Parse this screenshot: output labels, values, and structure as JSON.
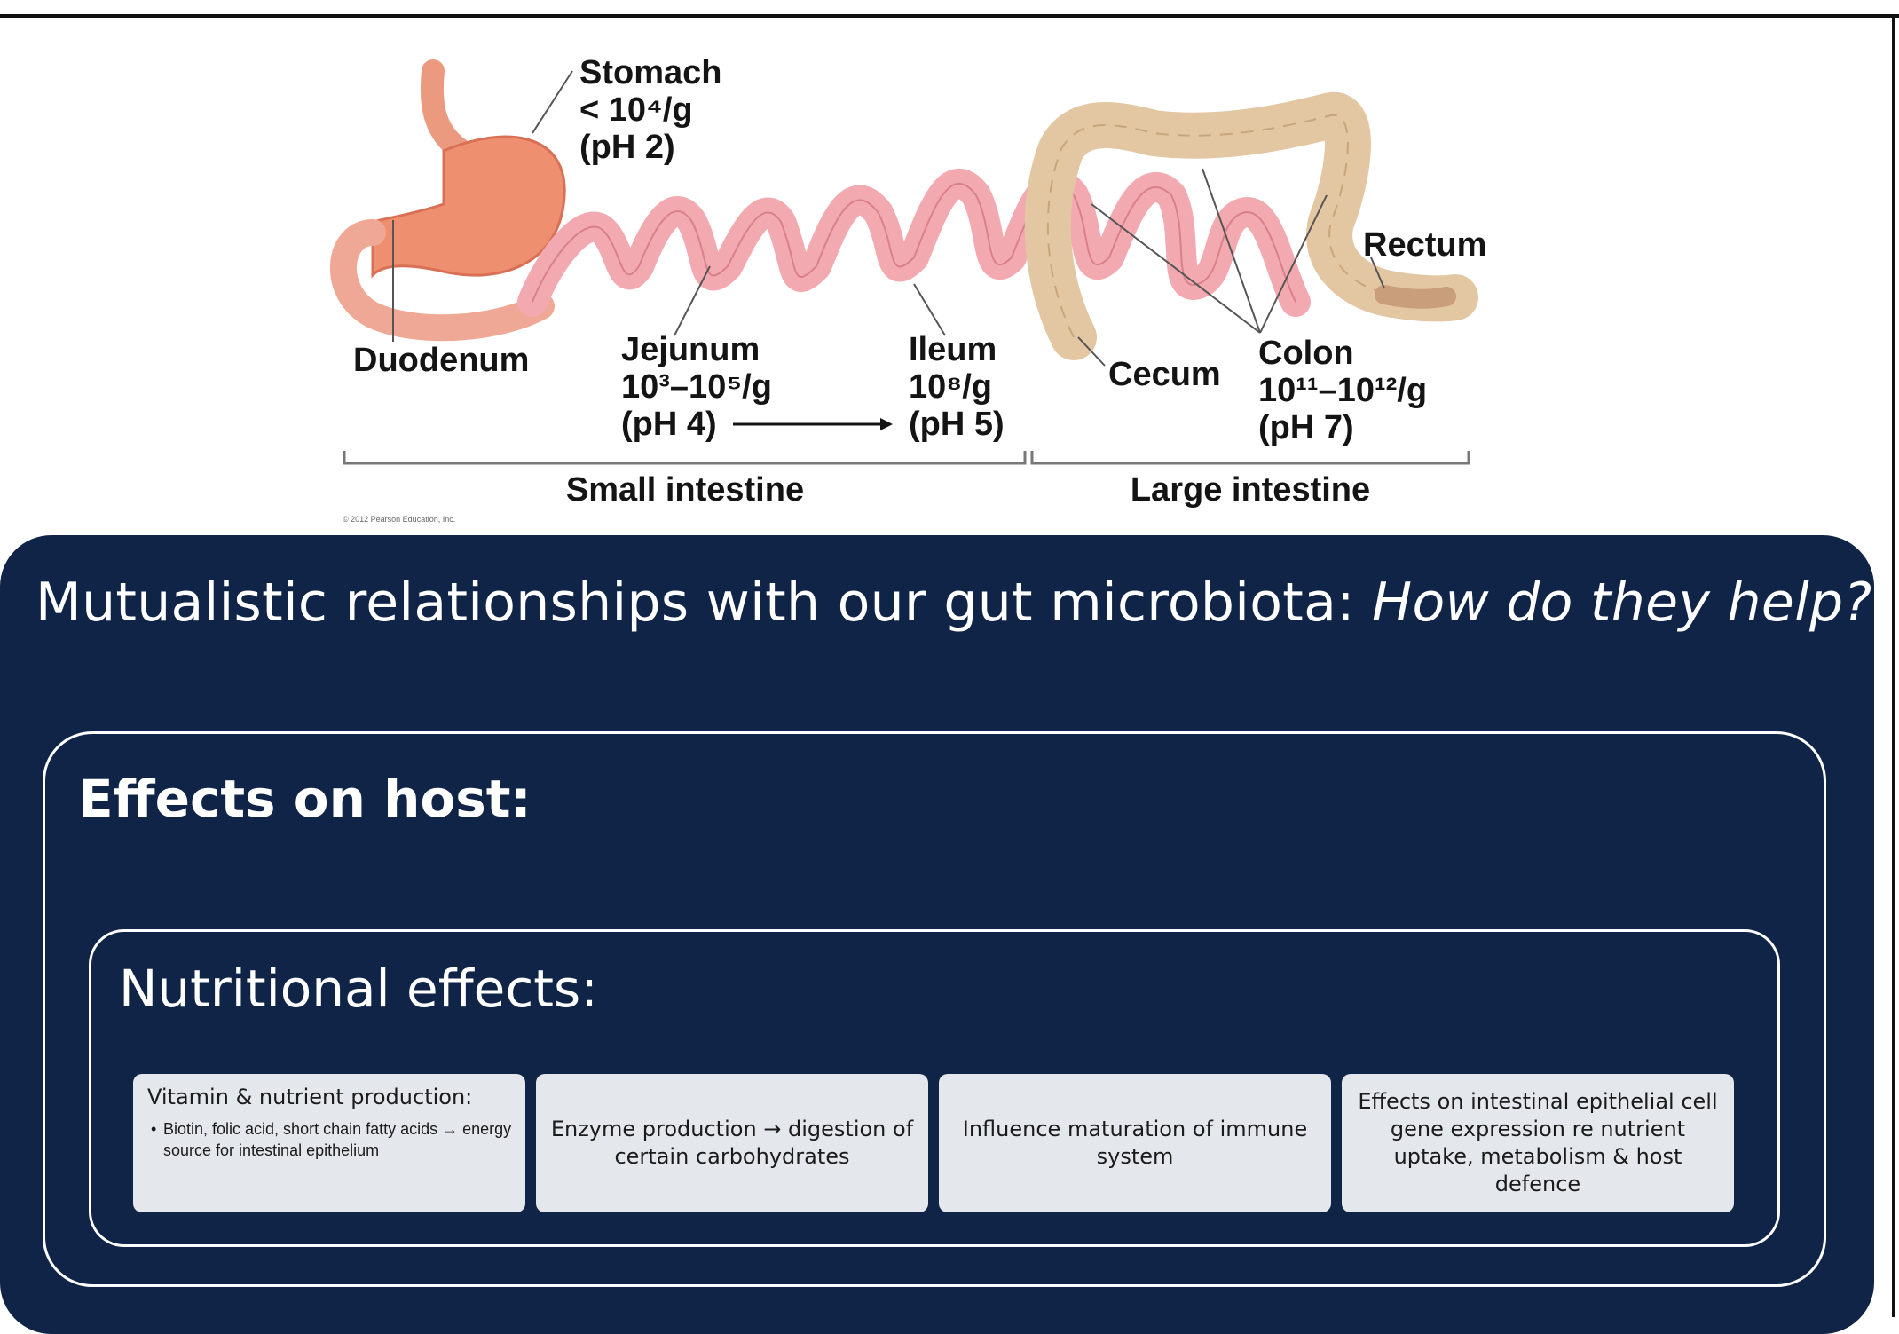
{
  "anatomy": {
    "stomach": {
      "name": "Stomach",
      "count": "< 10⁴/g",
      "ph": "(pH 2)"
    },
    "duodenum": {
      "name": "Duodenum"
    },
    "jejunum": {
      "name": "Jejunum",
      "count": "10³–10⁵/g",
      "ph": "(pH 4)"
    },
    "ileum": {
      "name": "Ileum",
      "count": "10⁸/g",
      "ph": "(pH 5)"
    },
    "cecum": {
      "name": "Cecum"
    },
    "colon": {
      "name": "Colon",
      "count": "10¹¹–10¹²/g",
      "ph": "(pH 7)"
    },
    "rectum": {
      "name": "Rectum"
    },
    "small_intestine": "Small intestine",
    "large_intestine": "Large intestine",
    "credit": "© 2012 Pearson Education, Inc."
  },
  "main": {
    "title": "Mutualistic relationships with our gut microbiota: ",
    "title_italic": "How do they help?"
  },
  "host": {
    "title": "Effects on host:"
  },
  "nutritional": {
    "title": "Nutritional effects:",
    "cards": [
      {
        "title": "Vitamin & nutrient production:",
        "bullets": [
          "Biotin, folic acid, short chain fatty acids → energy source for intestinal epithelium"
        ]
      },
      {
        "text": "Enzyme production → digestion of certain carbohydrates"
      },
      {
        "text": "Influence maturation of  immune system"
      },
      {
        "text": "Effects on intestinal epithelial cell gene expression re nutrient uptake, metabolism & host defence"
      }
    ]
  },
  "colors": {
    "panel": "#0f2447",
    "card": "#e4e7ec",
    "stomach": "#ee8f70",
    "small_intestine": "#f0a6a8",
    "large_intestine": "#e3c7a2"
  }
}
